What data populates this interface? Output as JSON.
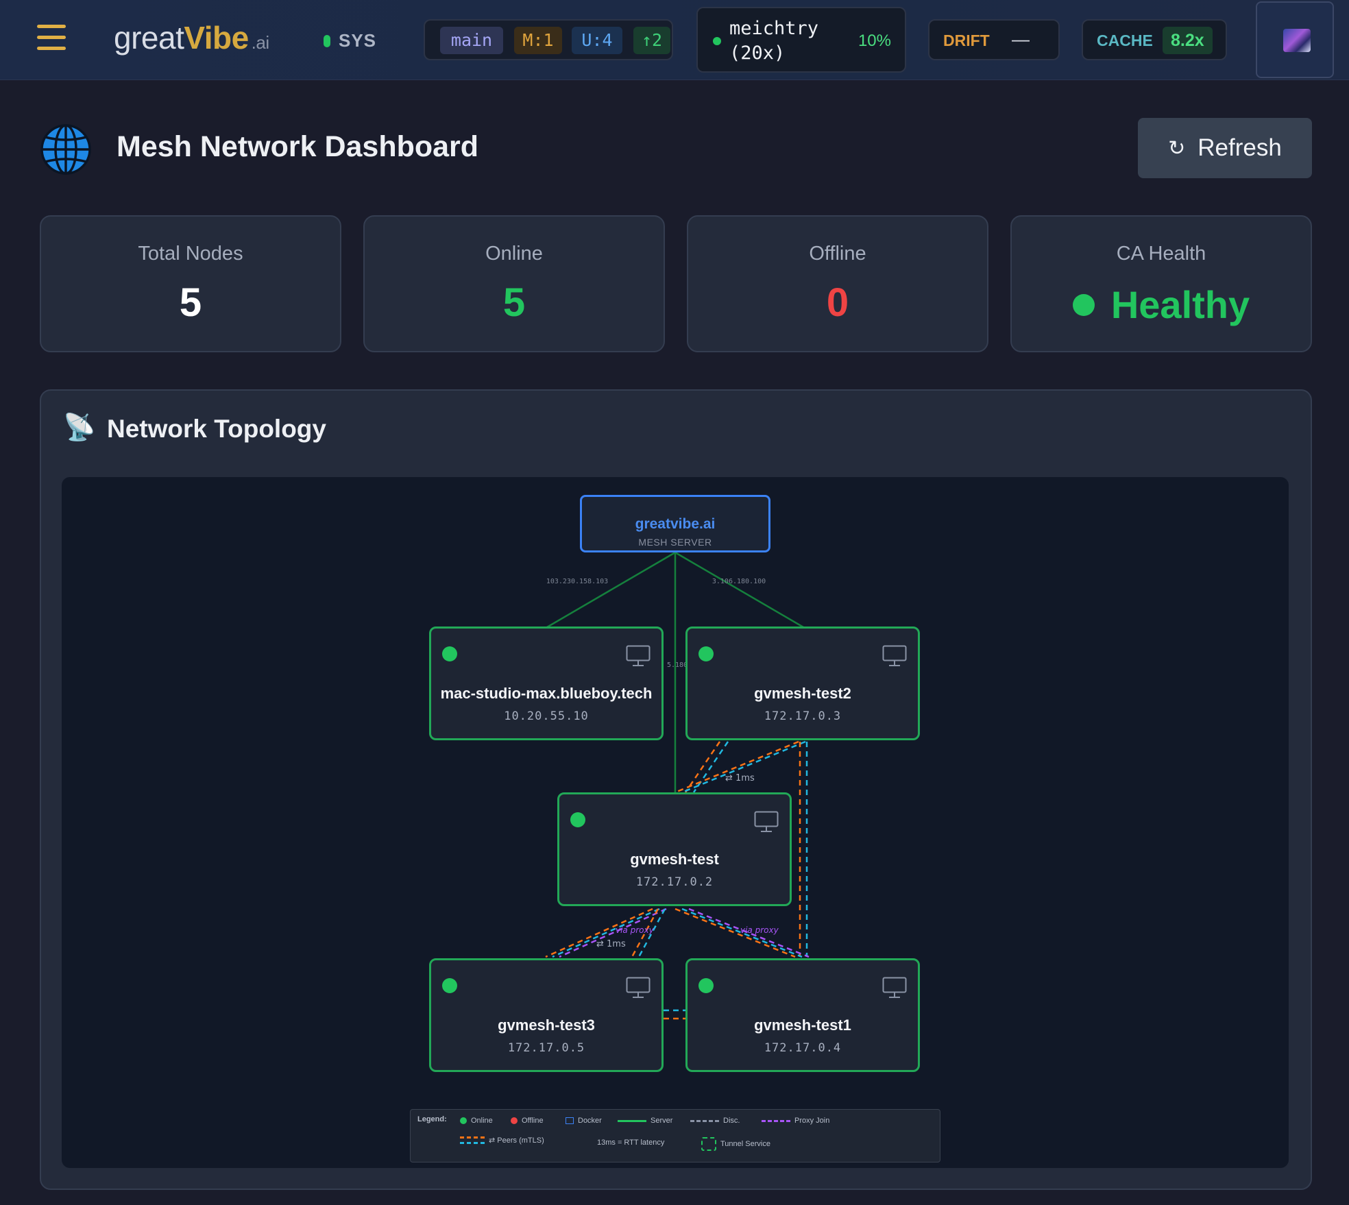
{
  "topbar": {
    "brand": {
      "part1": "great",
      "part2": "Vibe",
      "suffix": ".ai"
    },
    "sys_label": "SYS",
    "git": {
      "branch": "main",
      "modified": "M:1",
      "untracked": "U:4",
      "ahead": "↑2"
    },
    "user": {
      "name": "meichtry (20x)",
      "percent": "10%"
    },
    "drift": {
      "label": "DRIFT",
      "value": "—"
    },
    "cache": {
      "label": "CACHE",
      "value": "8.2x"
    }
  },
  "header": {
    "title": "Mesh Network Dashboard",
    "refresh_icon": "↻",
    "refresh_label": "Refresh"
  },
  "stats": {
    "total": {
      "label": "Total Nodes",
      "value": "5"
    },
    "online": {
      "label": "Online",
      "value": "5"
    },
    "offline": {
      "label": "Offline",
      "value": "0"
    },
    "ca_health": {
      "label": "CA Health",
      "value": "Healthy"
    }
  },
  "topology": {
    "icon": "📡",
    "title": "Network Topology",
    "server": {
      "name": "greatvibe.ai",
      "subtitle": "MESH SERVER"
    },
    "nodes": [
      {
        "name": "mac-studio-max.blueboy.tech",
        "ip": "10.20.55.10",
        "status": "online"
      },
      {
        "name": "gvmesh-test2",
        "ip": "172.17.0.3",
        "status": "online"
      },
      {
        "name": "gvmesh-test",
        "ip": "172.17.0.2",
        "status": "online"
      },
      {
        "name": "gvmesh-test3",
        "ip": "172.17.0.5",
        "status": "online"
      },
      {
        "name": "gvmesh-test1",
        "ip": "172.17.0.4",
        "status": "online"
      }
    ],
    "edge_labels": {
      "server_left": "103.230.158.103",
      "server_right": "3.106.180.100",
      "server_mid": "5.180",
      "peer_top": "⇄ 1ms",
      "peer_bottom": "⇄ 1ms",
      "proxy_left": "via proxy",
      "proxy_right": "via proxy"
    },
    "legend": {
      "title": "Legend:",
      "online": "Online",
      "offline": "Offline",
      "docker": "Docker",
      "server": "Server",
      "disc": "Disc.",
      "proxy_join": "Proxy Join",
      "peers": "⇄ Peers (mTLS)",
      "rtt": "13ms = RTT latency",
      "tunnel": "Tunnel Service"
    },
    "colors": {
      "online": "#22c55e",
      "offline": "#ef4444",
      "server_edge": "#15803d",
      "peer_a": "#f97316",
      "peer_b": "#22b8e0",
      "proxy": "#a855f7",
      "server_border": "#3b82f6"
    }
  }
}
